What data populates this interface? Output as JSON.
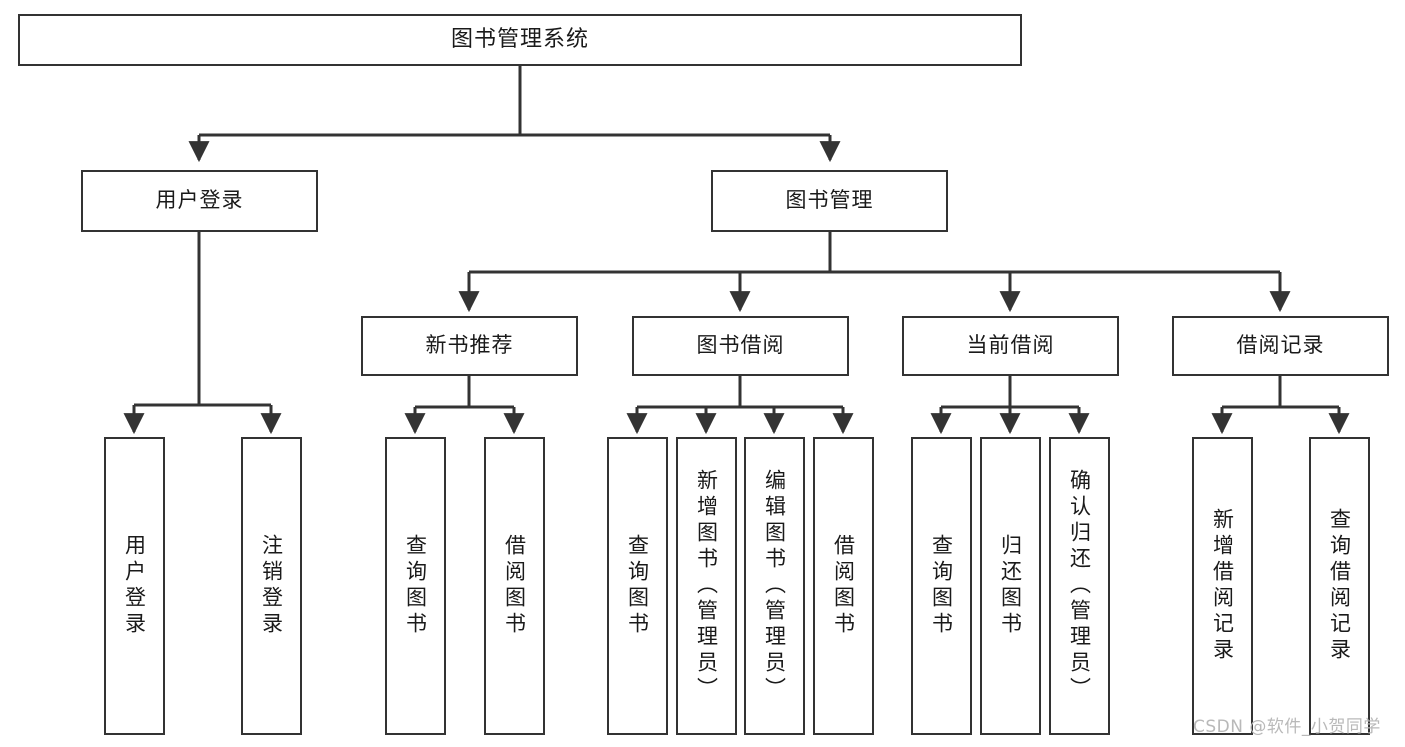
{
  "diagram": {
    "title": "图书管理系统",
    "type": "tree-hierarchy",
    "stroke_color": "#333333",
    "background_color": "#ffffff",
    "text_color": "#1a1a1a"
  },
  "root": {
    "label": "图书管理系统"
  },
  "level2": [
    {
      "label": "用户登录"
    },
    {
      "label": "图书管理"
    }
  ],
  "level3": [
    {
      "label": "新书推荐"
    },
    {
      "label": "图书借阅"
    },
    {
      "label": "当前借阅"
    },
    {
      "label": "借阅记录"
    }
  ],
  "leaves": {
    "user_login": [
      {
        "label": "用户登录"
      },
      {
        "label": "注销登录"
      }
    ],
    "new_book_recommend": [
      {
        "label": "查询图书"
      },
      {
        "label": "借阅图书"
      }
    ],
    "book_borrow": [
      {
        "label": "查询图书"
      },
      {
        "label": "新增图书（管理员）"
      },
      {
        "label": "编辑图书（管理员）"
      },
      {
        "label": "借阅图书"
      }
    ],
    "current_borrow": [
      {
        "label": "查询图书"
      },
      {
        "label": "归还图书"
      },
      {
        "label": "确认归还（管理员）"
      }
    ],
    "borrow_record": [
      {
        "label": "新增借阅记录"
      },
      {
        "label": "查询借阅记录"
      }
    ]
  },
  "watermark": {
    "text": "CSDN @软件_小贺同学"
  }
}
